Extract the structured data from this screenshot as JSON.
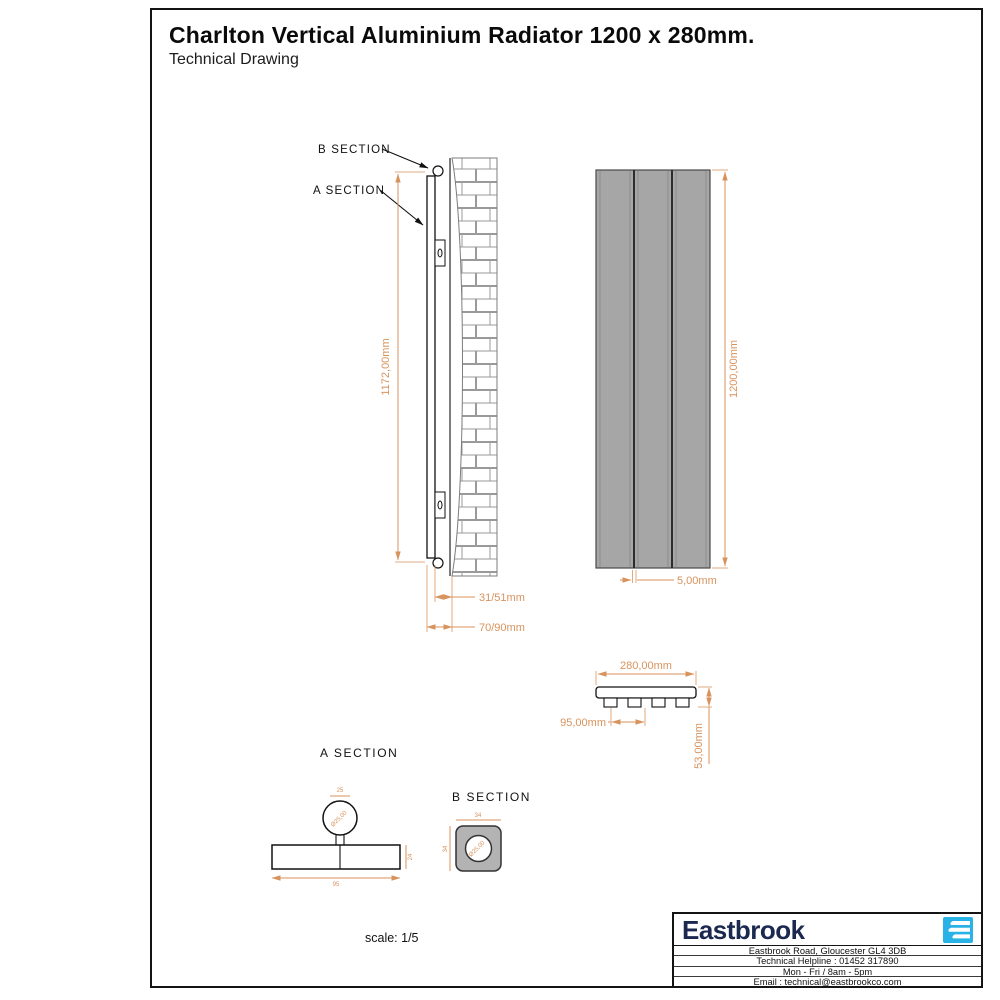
{
  "title": "Charlton Vertical Aluminium Radiator 1200 x 280mm.",
  "subtitle": "Technical Drawing",
  "side_view": {
    "label_b_section": "B SECTION",
    "label_a_section": "A SECTION",
    "dim_height": "1172,00mm",
    "dim_wall_to_face": "31/51mm",
    "dim_wall_to_front": "70/90mm"
  },
  "front_view": {
    "dim_height": "1200,00mm",
    "dim_panel_gap": "5,00mm"
  },
  "top_view": {
    "dim_width": "280,00mm",
    "dim_connection_spacing": "95,00mm",
    "dim_depth": "53,00mm"
  },
  "a_section_detail": {
    "label": "A SECTION",
    "dim_tube": "Ø25,00",
    "dim_top": "25",
    "dim_side": "24",
    "dim_width": "95"
  },
  "b_section_detail": {
    "label": "B SECTION",
    "dim_hole": "Ø25,00",
    "dim_top": "34",
    "dim_side": "34"
  },
  "scale_note": "scale: 1/5",
  "company": {
    "brand": "Eastbrook",
    "address": "Eastbrook Road, Gloucester GL4 3DB",
    "helpline": "Technical Helpline : 01452 317890",
    "hours": "Mon - Fri / 8am - 5pm",
    "email": "Email : technical@eastbrookco.com"
  },
  "colors": {
    "dimension_orange": "#d8935d",
    "panel_gray": "#a6a6a6",
    "brand_navy": "#1b2950",
    "brand_blue": "#29b2e6"
  }
}
